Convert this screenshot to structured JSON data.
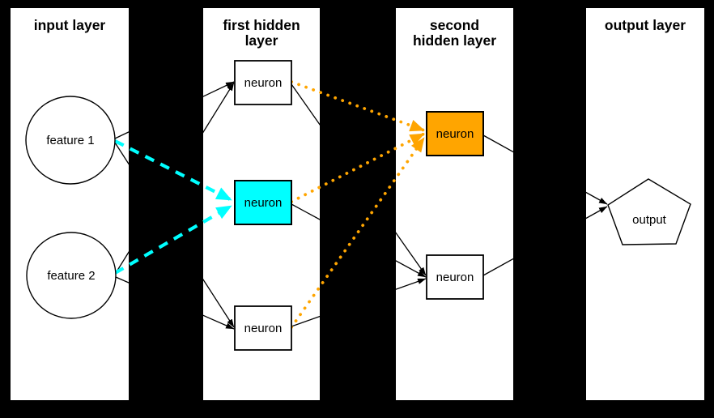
{
  "diagram": {
    "type": "neural-network-architecture",
    "background": "#000000"
  },
  "panels": [
    {
      "title": "input layer"
    },
    {
      "title": "first hidden\nlayer"
    },
    {
      "title": "second\nhidden layer"
    },
    {
      "title": "output layer"
    }
  ],
  "nodes": {
    "feature1": {
      "label": "feature 1",
      "shape": "circle",
      "fill": "#ffffff"
    },
    "feature2": {
      "label": "feature 2",
      "shape": "circle",
      "fill": "#ffffff"
    },
    "h1_top": {
      "label": "neuron",
      "shape": "box",
      "fill": "#ffffff"
    },
    "h1_mid": {
      "label": "neuron",
      "shape": "box",
      "fill": "#00ffff"
    },
    "h1_bot": {
      "label": "neuron",
      "shape": "box",
      "fill": "#ffffff"
    },
    "h2_top": {
      "label": "neuron",
      "shape": "box",
      "fill": "#ffa500"
    },
    "h2_bot": {
      "label": "neuron",
      "shape": "box",
      "fill": "#ffffff"
    },
    "output": {
      "label": "output",
      "shape": "pentagon",
      "fill": "#ffffff"
    }
  },
  "edges": [
    {
      "from": "feature1",
      "to": "h1_top",
      "style": "solid",
      "color": "#000000"
    },
    {
      "from": "feature1",
      "to": "h1_bot",
      "style": "solid",
      "color": "#000000"
    },
    {
      "from": "feature2",
      "to": "h1_top",
      "style": "solid",
      "color": "#000000"
    },
    {
      "from": "feature2",
      "to": "h1_bot",
      "style": "solid",
      "color": "#000000"
    },
    {
      "from": "feature1",
      "to": "h1_mid",
      "style": "dashed",
      "color": "#00ffff"
    },
    {
      "from": "feature2",
      "to": "h1_mid",
      "style": "dashed",
      "color": "#00ffff"
    },
    {
      "from": "h1_top",
      "to": "h2_top",
      "style": "dotted",
      "color": "#ffa500"
    },
    {
      "from": "h1_mid",
      "to": "h2_top",
      "style": "dotted",
      "color": "#ffa500"
    },
    {
      "from": "h1_bot",
      "to": "h2_top",
      "style": "dotted",
      "color": "#ffa500"
    },
    {
      "from": "h1_top",
      "to": "h2_bot",
      "style": "solid",
      "color": "#000000"
    },
    {
      "from": "h1_mid",
      "to": "h2_bot",
      "style": "solid",
      "color": "#000000"
    },
    {
      "from": "h1_bot",
      "to": "h2_bot",
      "style": "solid",
      "color": "#000000"
    },
    {
      "from": "h2_top",
      "to": "output",
      "style": "solid",
      "color": "#000000"
    },
    {
      "from": "h2_bot",
      "to": "output",
      "style": "solid",
      "color": "#000000"
    }
  ],
  "colors": {
    "background": "#000000",
    "panel": "#ffffff",
    "border": "#000000",
    "edge": "#000000",
    "text": "#000000",
    "highlight_cyan": "#00ffff",
    "highlight_orange": "#ffa500"
  }
}
